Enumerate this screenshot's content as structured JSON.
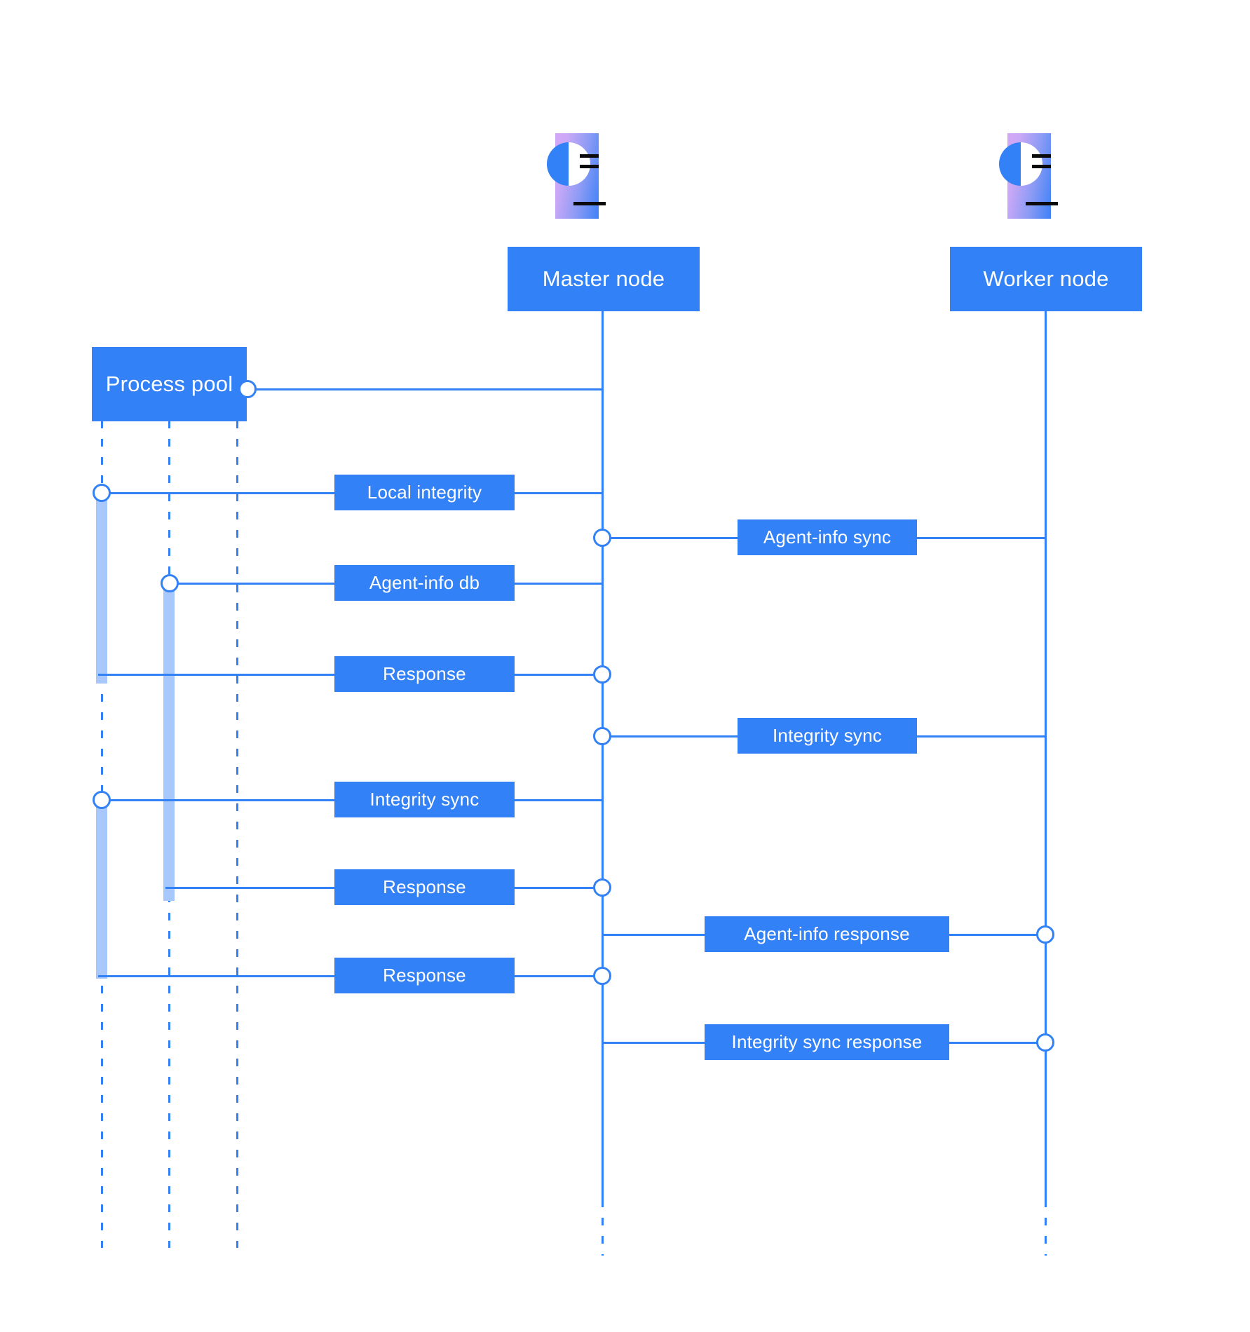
{
  "diagram": {
    "type": "sequence-diagram",
    "title": "",
    "colors": {
      "accent": "#3381f6",
      "activation": "#a8c8fb",
      "icon_gradient_start": "#d4a7f5",
      "icon_gradient_end": "#3d81f6",
      "background": "#ffffff",
      "label_text": "#ffffff"
    },
    "participants": [
      {
        "id": "process-pool",
        "label": "Process pool",
        "has_icon": false,
        "lifeline_style": "dashed",
        "lanes": 3
      },
      {
        "id": "master-node",
        "label": "Master node",
        "has_icon": true,
        "icon": "document-profile-icon",
        "lifeline_style": "solid"
      },
      {
        "id": "worker-node",
        "label": "Worker node",
        "has_icon": true,
        "icon": "document-profile-icon",
        "lifeline_style": "solid"
      }
    ],
    "messages": [
      {
        "index": 1,
        "label": "",
        "from": "process-pool",
        "to": "master-node",
        "column": "left",
        "show_box": false
      },
      {
        "index": 2,
        "label": "Local integrity",
        "from": "process-pool",
        "to": "master-node",
        "column": "left",
        "show_box": true
      },
      {
        "index": 3,
        "label": "Agent-info sync",
        "from": "master-node",
        "to": "worker-node",
        "column": "right",
        "show_box": true
      },
      {
        "index": 4,
        "label": "Agent-info db",
        "from": "process-pool",
        "to": "master-node",
        "column": "left",
        "show_box": true
      },
      {
        "index": 5,
        "label": "Response",
        "from": "process-pool",
        "to": "master-node",
        "column": "left",
        "show_box": true
      },
      {
        "index": 6,
        "label": "Integrity sync",
        "from": "master-node",
        "to": "worker-node",
        "column": "right",
        "show_box": true
      },
      {
        "index": 7,
        "label": "Integrity sync",
        "from": "process-pool",
        "to": "master-node",
        "column": "left",
        "show_box": true
      },
      {
        "index": 8,
        "label": "Response",
        "from": "process-pool",
        "to": "master-node",
        "column": "left",
        "show_box": true
      },
      {
        "index": 9,
        "label": "Agent-info response",
        "from": "worker-node",
        "to": "master-node",
        "column": "right",
        "show_box": true
      },
      {
        "index": 10,
        "label": "Response",
        "from": "process-pool",
        "to": "master-node",
        "column": "left",
        "show_box": true
      },
      {
        "index": 11,
        "label": "Integrity sync response",
        "from": "worker-node",
        "to": "master-node",
        "column": "right",
        "show_box": true
      }
    ]
  }
}
